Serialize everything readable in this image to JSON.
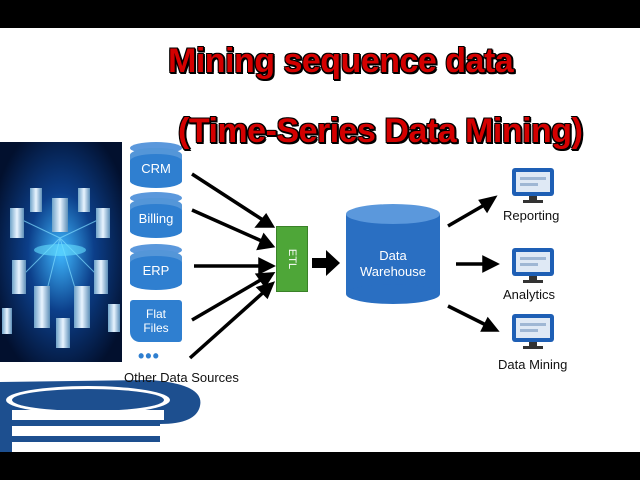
{
  "title": {
    "line1": "Mining sequence data",
    "line2": "(Time-Series Data Mining)"
  },
  "sources": {
    "crm": "CRM",
    "billing": "Billing",
    "erp": "ERP",
    "flat_files": "Flat Files",
    "other": "Other Data Sources",
    "dots": "•••"
  },
  "etl": {
    "label": "ETL"
  },
  "warehouse": {
    "label": "Data Warehouse"
  },
  "outputs": {
    "reporting": "Reporting",
    "analytics": "Analytics",
    "data_mining": "Data Mining"
  },
  "colors": {
    "title": "#d40000",
    "source_blue": "#2f7fd0",
    "etl_green": "#4ea638",
    "warehouse_blue": "#2a6fc2",
    "monitor_blue": "#1e5fb5"
  }
}
